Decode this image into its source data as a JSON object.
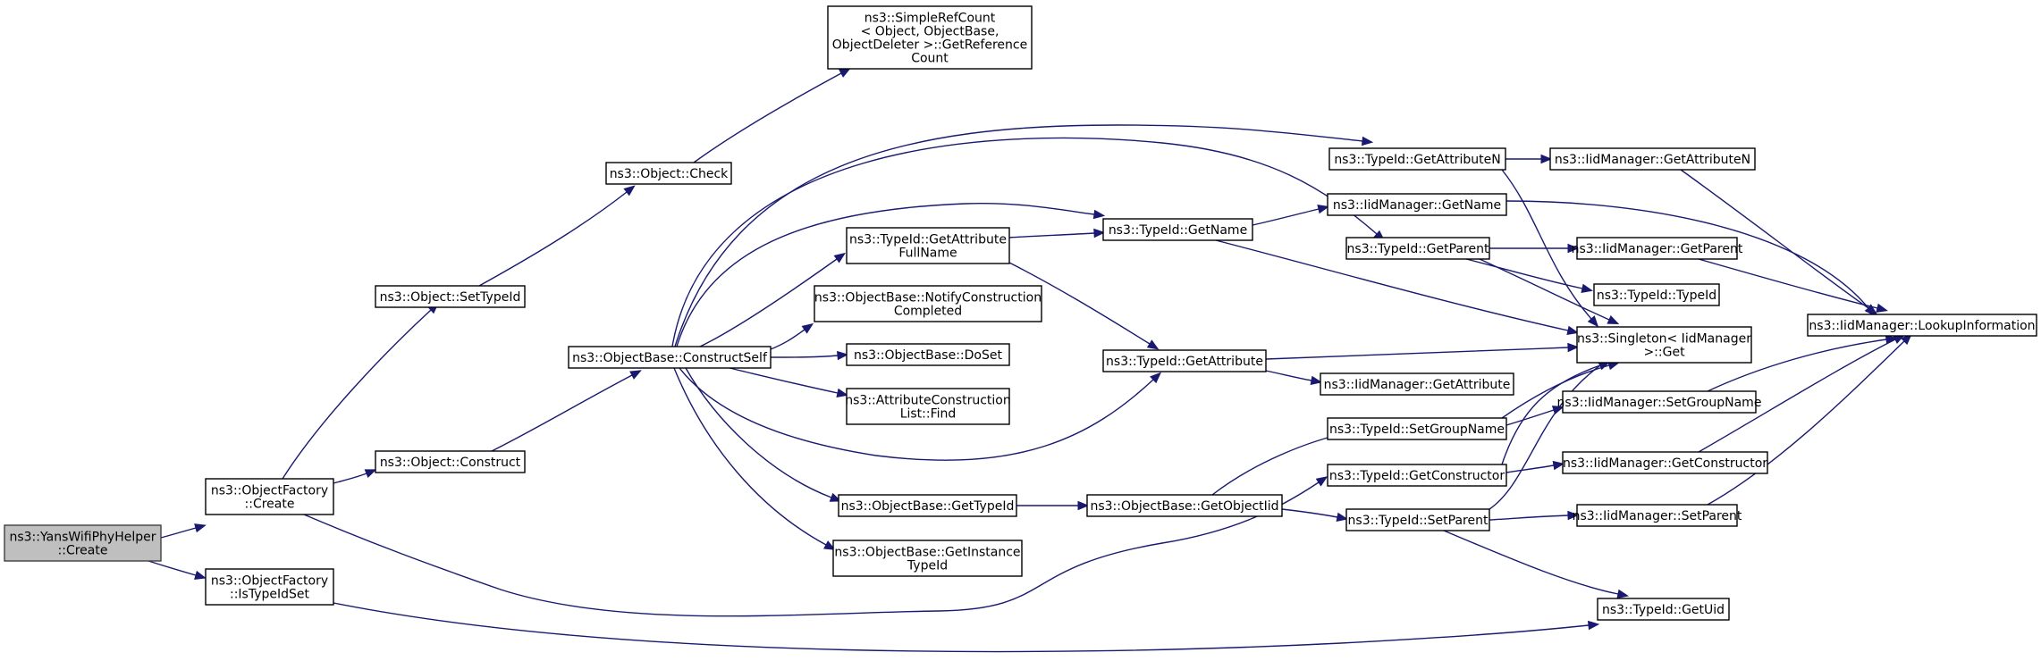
{
  "colors": {
    "edge": "#191970",
    "node_border": "#000000",
    "root_fill": "#bfbfbf",
    "node_fill": "#ffffff"
  },
  "nodes": {
    "root": {
      "lines": [
        "ns3::YansWifiPhyHelper",
        "::Create"
      ]
    },
    "of_create": {
      "lines": [
        "ns3::ObjectFactory",
        "::Create"
      ]
    },
    "of_istypeidset": {
      "lines": [
        "ns3::ObjectFactory",
        "::IsTypeIdSet"
      ]
    },
    "obj_settypeid": {
      "lines": [
        "ns3::Object::SetTypeId"
      ]
    },
    "obj_construct": {
      "lines": [
        "ns3::Object::Construct"
      ]
    },
    "obj_check": {
      "lines": [
        "ns3::Object::Check"
      ]
    },
    "refcount": {
      "lines": [
        "ns3::SimpleRefCount",
        "< Object, ObjectBase,",
        " ObjectDeleter >::GetReference",
        "Count"
      ]
    },
    "ob_constructself": {
      "lines": [
        "ns3::ObjectBase::ConstructSelf"
      ]
    },
    "tid_getattrfullname": {
      "lines": [
        "ns3::TypeId::GetAttribute",
        "FullName"
      ]
    },
    "ob_notify": {
      "lines": [
        "ns3::ObjectBase::NotifyConstruction",
        "Completed"
      ]
    },
    "ob_doset": {
      "lines": [
        "ns3::ObjectBase::DoSet"
      ]
    },
    "acl_find": {
      "lines": [
        "ns3::AttributeConstruction",
        "List::Find"
      ]
    },
    "ob_gettypeid": {
      "lines": [
        "ns3::ObjectBase::GetTypeId"
      ]
    },
    "ob_getinstance": {
      "lines": [
        "ns3::ObjectBase::GetInstance",
        "TypeId"
      ]
    },
    "tid_getname": {
      "lines": [
        "ns3::TypeId::GetName"
      ]
    },
    "tid_getattribute": {
      "lines": [
        "ns3::TypeId::GetAttribute"
      ]
    },
    "ob_getobjectiid": {
      "lines": [
        "ns3::ObjectBase::GetObjectIid"
      ]
    },
    "tid_getattributen": {
      "lines": [
        "ns3::TypeId::GetAttributeN"
      ]
    },
    "iid_getname": {
      "lines": [
        "ns3::IidManager::GetName"
      ]
    },
    "tid_getparent": {
      "lines": [
        "ns3::TypeId::GetParent"
      ]
    },
    "iid_getattribute": {
      "lines": [
        "ns3::IidManager::GetAttribute"
      ]
    },
    "tid_setgroupname": {
      "lines": [
        "ns3::TypeId::SetGroupName"
      ]
    },
    "tid_getconstructor": {
      "lines": [
        "ns3::TypeId::GetConstructor"
      ]
    },
    "tid_setparent": {
      "lines": [
        "ns3::TypeId::SetParent"
      ]
    },
    "iid_getattributen": {
      "lines": [
        "ns3::IidManager::GetAttributeN"
      ]
    },
    "iid_getparent": {
      "lines": [
        "ns3::IidManager::GetParent"
      ]
    },
    "tid_typeid": {
      "lines": [
        "ns3::TypeId::TypeId"
      ]
    },
    "singleton_get": {
      "lines": [
        "ns3::Singleton< IidManager",
        " >::Get"
      ]
    },
    "iid_setgroupname": {
      "lines": [
        "ns3::IidManager::SetGroupName"
      ]
    },
    "iid_getconstructor": {
      "lines": [
        "ns3::IidManager::GetConstructor"
      ]
    },
    "iid_setparent": {
      "lines": [
        "ns3::IidManager::SetParent"
      ]
    },
    "tid_getuid": {
      "lines": [
        "ns3::TypeId::GetUid"
      ]
    },
    "iid_lookup": {
      "lines": [
        "ns3::IidManager::LookupInformation"
      ]
    }
  }
}
